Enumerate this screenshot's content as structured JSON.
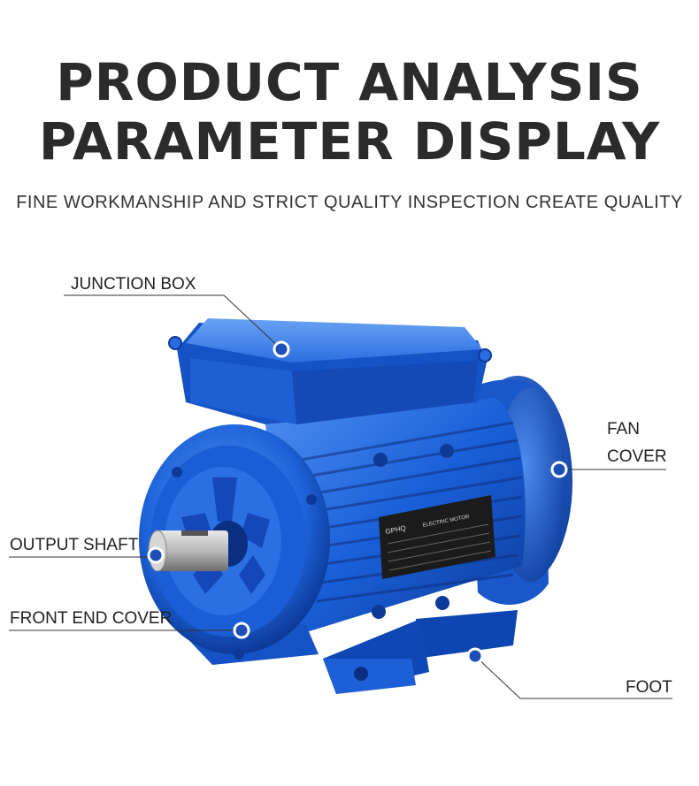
{
  "header": {
    "title_line_1": "PRODUCT ANALYSIS",
    "title_line_2": "PARAMETER DISPLAY",
    "subtitle": "FINE WORKMANSHIP AND STRICT QUALITY INSPECTION CREATE QUALITY"
  },
  "callouts": {
    "junction_box": "JUNCTION BOX",
    "fan_cover_line_1": "FAN",
    "fan_cover_line_2": "COVER",
    "output_shaft": "OUTPUT SHAFT",
    "front_end_cover": "FRONT END COVER",
    "foot": "FOOT"
  },
  "motor": {
    "brand": "GPHQ",
    "plate_heading": "ELECTRIC MOTOR",
    "body_color": "#1a5fd8",
    "dark_color": "#0d3a96",
    "light_color": "#4f8ff0",
    "marker_color": "#1d4fb8"
  }
}
